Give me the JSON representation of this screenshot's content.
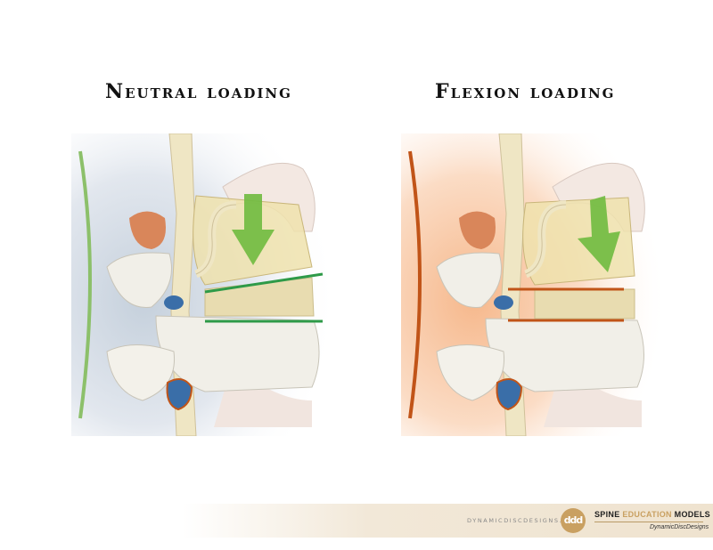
{
  "titles": {
    "left": "Neutral loading",
    "right": "Flexion loading"
  },
  "colors": {
    "neutral_accent": "#2e9a48",
    "neutral_curve": "#8cc06a",
    "neutral_bg": "#c5d0dc",
    "flexion_accent": "#c15418",
    "flexion_bg": "#f6b88c",
    "arrow_green": "#6fba3f",
    "bone": "#f1efe8",
    "disc": "#e8dcb0",
    "nerve_blue": "#3a6ea8",
    "facet_orange": "#d9865a"
  },
  "footer": {
    "site": "DYNAMICDISCDESIGNS.COM",
    "logo": "ddd",
    "brand_prefix": "SPINE ",
    "brand_accent": "EDUCATION",
    "brand_suffix": " MODELS",
    "sub": "DynamicDiscDesigns"
  }
}
